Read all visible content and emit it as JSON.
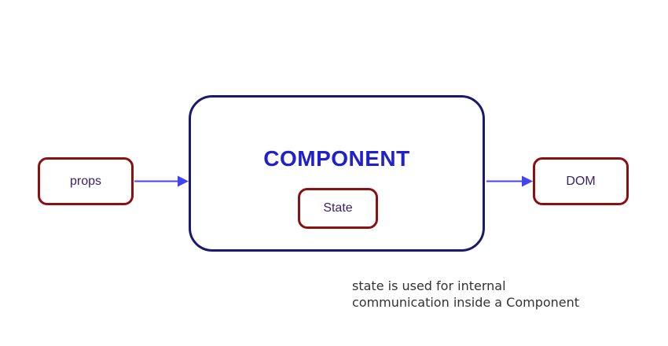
{
  "diagram": {
    "title": "COMPONENT",
    "nodes": {
      "props": {
        "label": "props"
      },
      "component": {
        "label": "COMPONENT"
      },
      "state": {
        "label": "State"
      },
      "dom": {
        "label": "DOM"
      }
    },
    "arrows": [
      {
        "name": "props-to-component",
        "direction": "right"
      },
      {
        "name": "component-to-dom",
        "direction": "right"
      }
    ],
    "caption": {
      "line1": "state is used for internal",
      "line2": "communication inside a Component"
    },
    "colors": {
      "component_border": "#191970",
      "component_title_text": "#2020cc",
      "box_border": "#8b1010",
      "box_label_text": "#3b2070",
      "arrow": "#4444ee",
      "caption_text": "#333333",
      "background": "#ffffff"
    }
  }
}
